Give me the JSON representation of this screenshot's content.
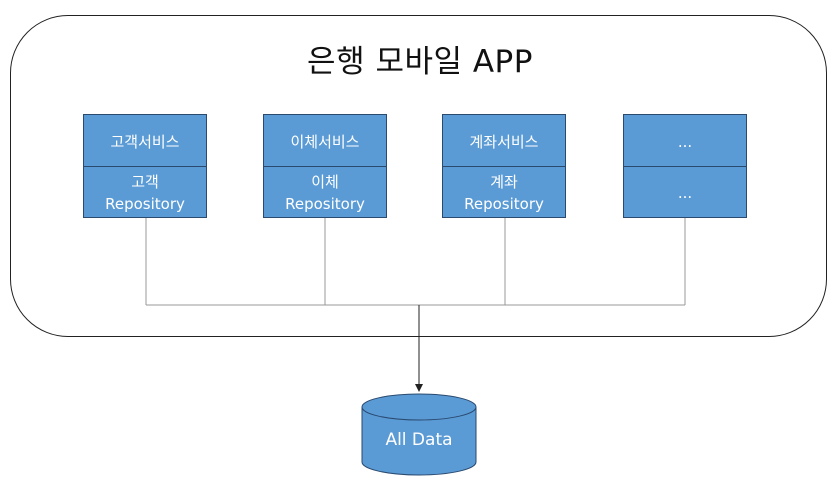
{
  "app": {
    "title": "은행 모바일 APP"
  },
  "services": [
    {
      "name": "고객서비스",
      "repo_line1": "고객",
      "repo_line2": "Repository"
    },
    {
      "name": "이체서비스",
      "repo_line1": "이체",
      "repo_line2": "Repository"
    },
    {
      "name": "계좌서비스",
      "repo_line1": "계좌",
      "repo_line2": "Repository"
    },
    {
      "name": "...",
      "repo_line1": "...",
      "repo_line2": ""
    }
  ],
  "database": {
    "label": "All Data"
  },
  "colors": {
    "box_fill": "#5b9bd5",
    "box_border": "#2a4a70",
    "line": "#999999"
  }
}
